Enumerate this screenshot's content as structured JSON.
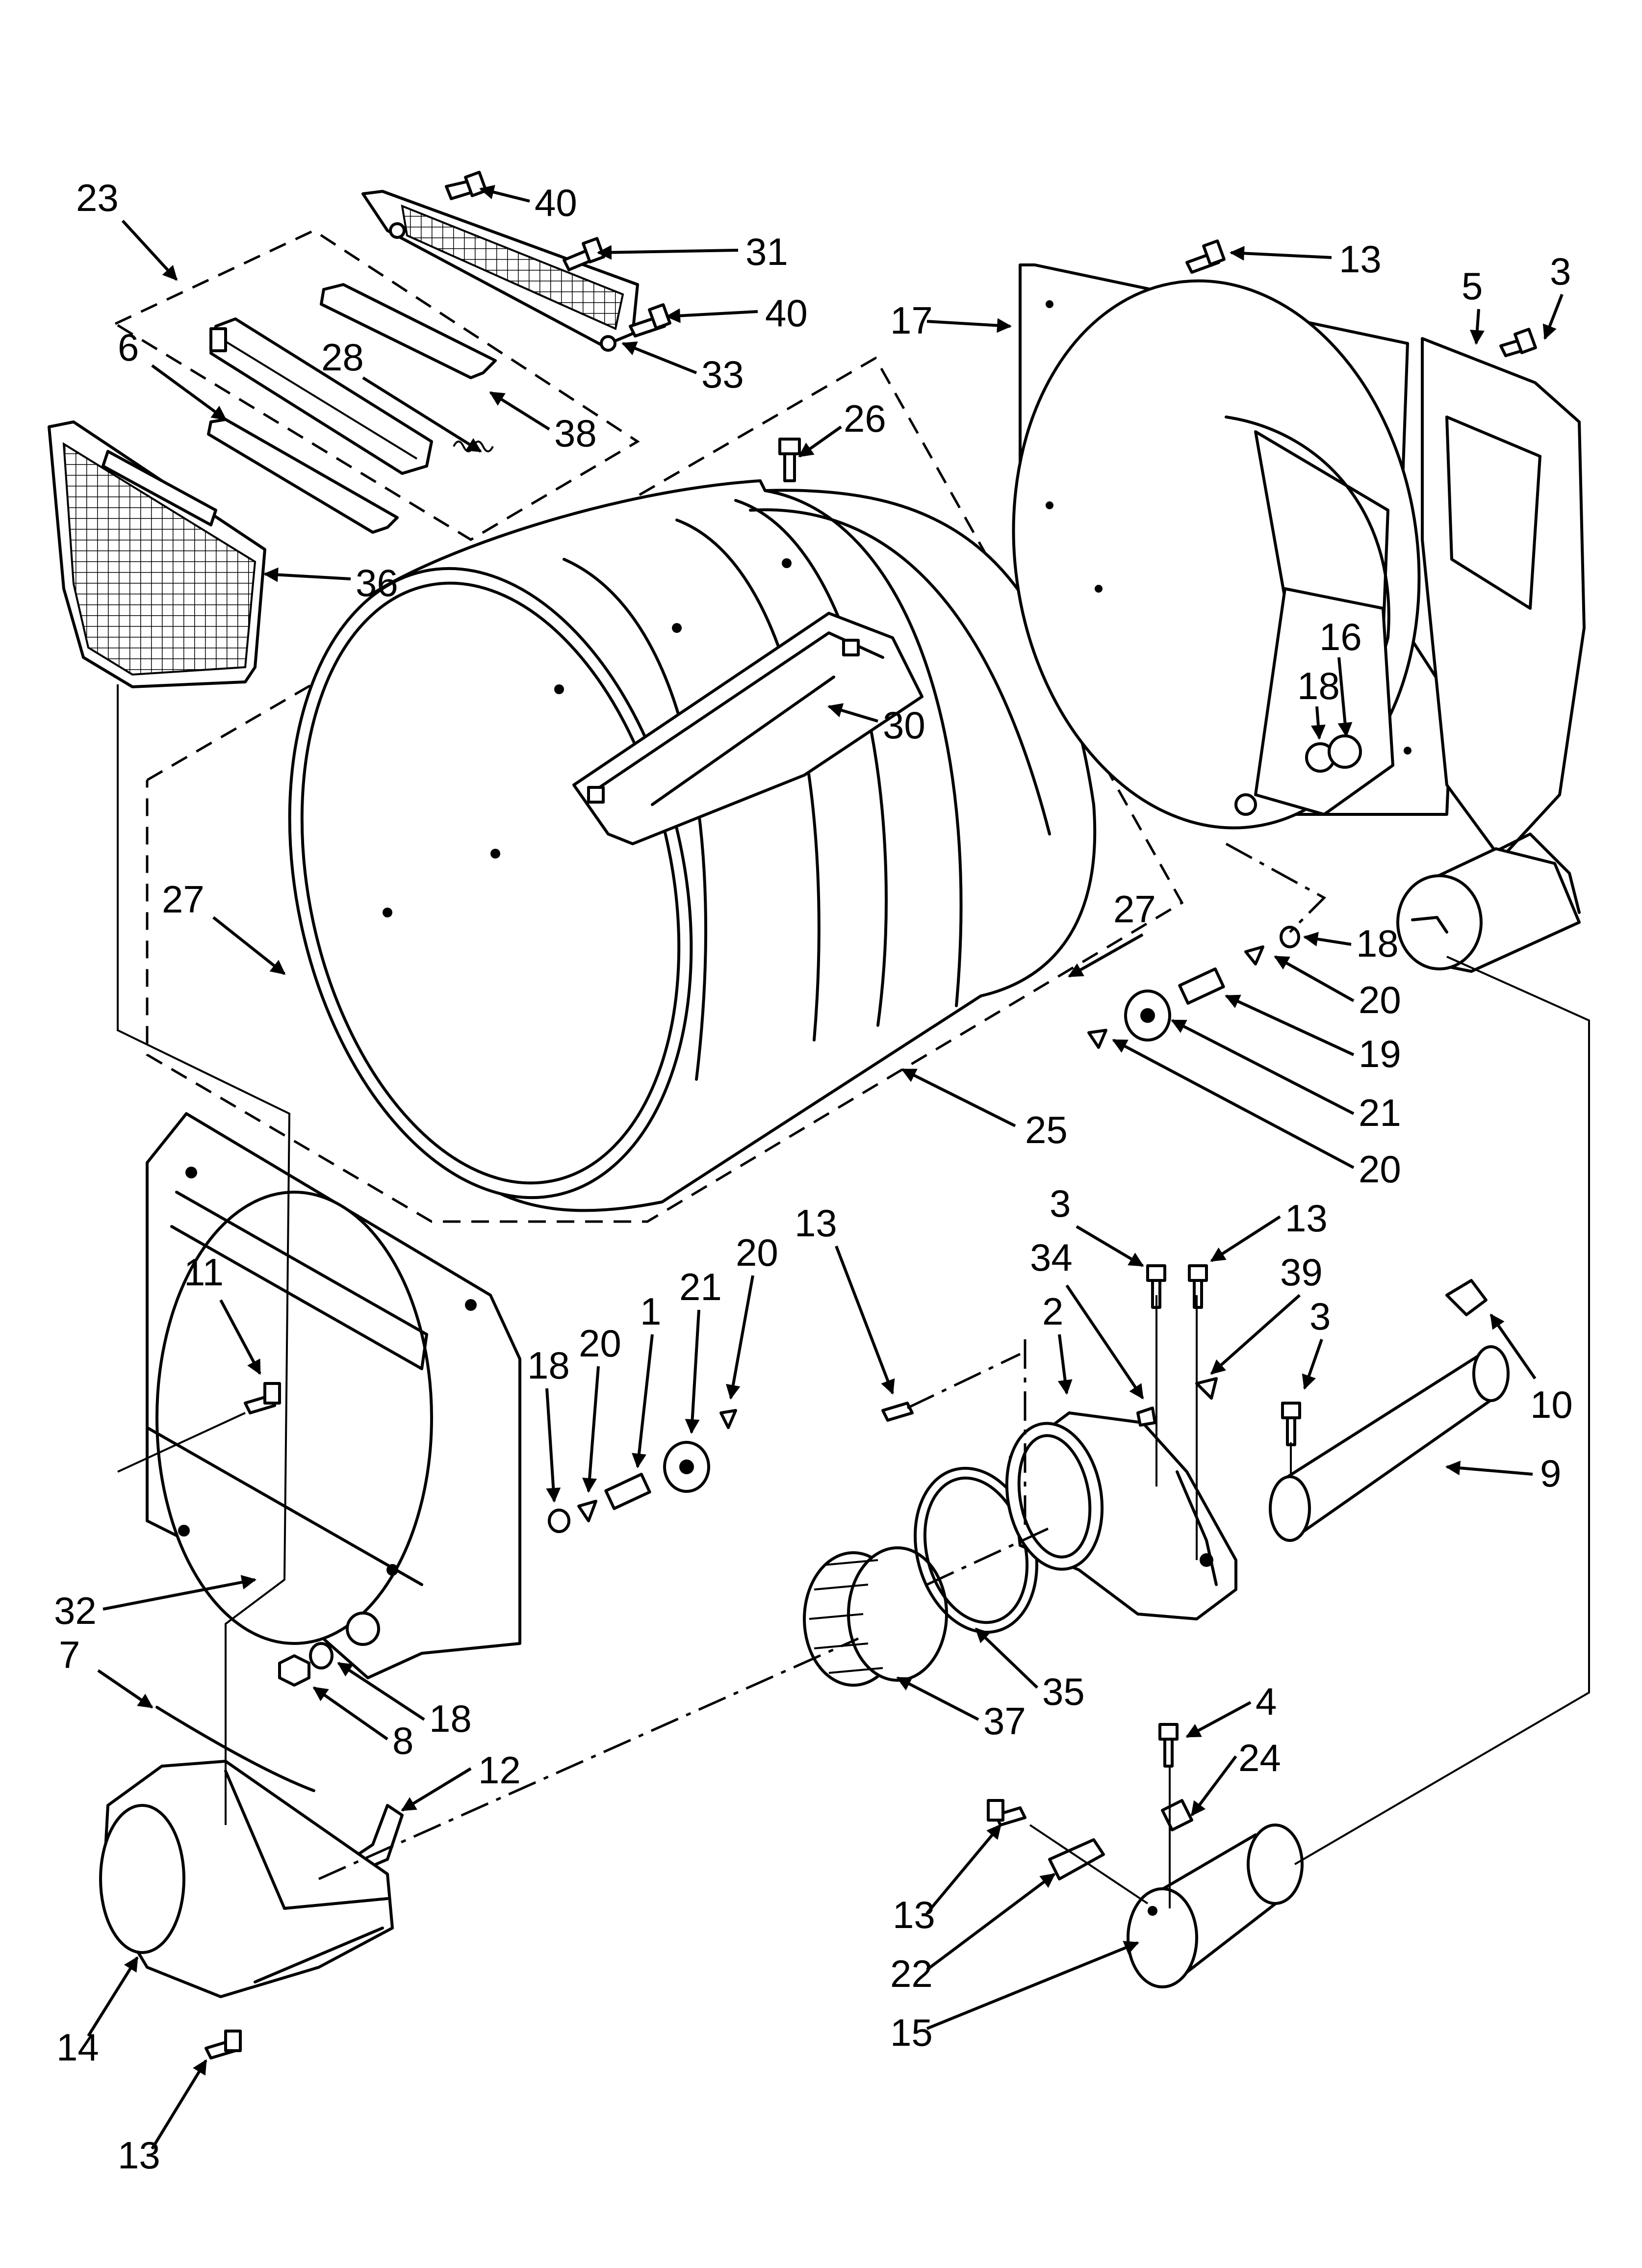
{
  "diagram": {
    "type": "exploded parts diagram",
    "callouts": [
      {
        "id": "c23a",
        "text": "23"
      },
      {
        "id": "c40a",
        "text": "40"
      },
      {
        "id": "c31",
        "text": "31"
      },
      {
        "id": "c40b",
        "text": "40"
      },
      {
        "id": "c33",
        "text": "33"
      },
      {
        "id": "c28",
        "text": "28"
      },
      {
        "id": "c38",
        "text": "38"
      },
      {
        "id": "c6",
        "text": "6"
      },
      {
        "id": "c36",
        "text": "36"
      },
      {
        "id": "c26",
        "text": "26"
      },
      {
        "id": "c30",
        "text": "30"
      },
      {
        "id": "c27a",
        "text": "27"
      },
      {
        "id": "c27b",
        "text": "27"
      },
      {
        "id": "c25",
        "text": "25"
      },
      {
        "id": "c17",
        "text": "17"
      },
      {
        "id": "c13a",
        "text": "13"
      },
      {
        "id": "c5",
        "text": "5"
      },
      {
        "id": "c3a",
        "text": "3"
      },
      {
        "id": "c16",
        "text": "16"
      },
      {
        "id": "c18a",
        "text": "18"
      },
      {
        "id": "c18b",
        "text": "18"
      },
      {
        "id": "c20a",
        "text": "20"
      },
      {
        "id": "c19",
        "text": "19"
      },
      {
        "id": "c21a",
        "text": "21"
      },
      {
        "id": "c20b",
        "text": "20"
      },
      {
        "id": "c11",
        "text": "11"
      },
      {
        "id": "c18c",
        "text": "18"
      },
      {
        "id": "c20c",
        "text": "20"
      },
      {
        "id": "c1",
        "text": "1"
      },
      {
        "id": "c21b",
        "text": "21"
      },
      {
        "id": "c20d",
        "text": "20"
      },
      {
        "id": "c13b",
        "text": "13"
      },
      {
        "id": "c3b",
        "text": "3"
      },
      {
        "id": "c13c",
        "text": "13"
      },
      {
        "id": "c34",
        "text": "34"
      },
      {
        "id": "c2",
        "text": "2"
      },
      {
        "id": "c39",
        "text": "39"
      },
      {
        "id": "c3c",
        "text": "3"
      },
      {
        "id": "c10",
        "text": "10"
      },
      {
        "id": "c9",
        "text": "9"
      },
      {
        "id": "c32",
        "text": "32"
      },
      {
        "id": "c7",
        "text": "7"
      },
      {
        "id": "c8",
        "text": "8"
      },
      {
        "id": "c18d",
        "text": "18"
      },
      {
        "id": "c12",
        "text": "12"
      },
      {
        "id": "c35",
        "text": "35"
      },
      {
        "id": "c37",
        "text": "37"
      },
      {
        "id": "c4",
        "text": "4"
      },
      {
        "id": "c24",
        "text": "24"
      },
      {
        "id": "c13d",
        "text": "13"
      },
      {
        "id": "c22",
        "text": "22"
      },
      {
        "id": "c15",
        "text": "15"
      },
      {
        "id": "c14",
        "text": "14"
      },
      {
        "id": "c13e",
        "text": "13"
      }
    ]
  }
}
